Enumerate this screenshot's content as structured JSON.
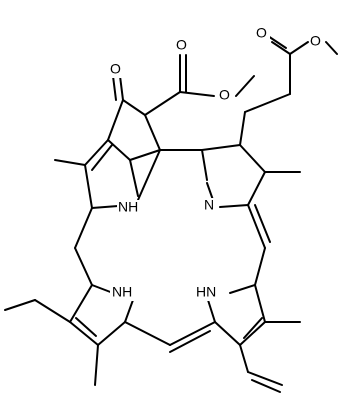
{
  "structure": {
    "atoms": {
      "oxo_oxygen": "O",
      "methyl_ester_carbonyl_o": "O",
      "methyl_ester_alkoxy_o": "O",
      "propanoate_carbonyl_o": "O",
      "propanoate_alkoxy_o": "O",
      "nh_ring_a": "NH",
      "imine_n": "N",
      "nh_ring_c": "NH",
      "nh_ring_d": "HN"
    }
  }
}
